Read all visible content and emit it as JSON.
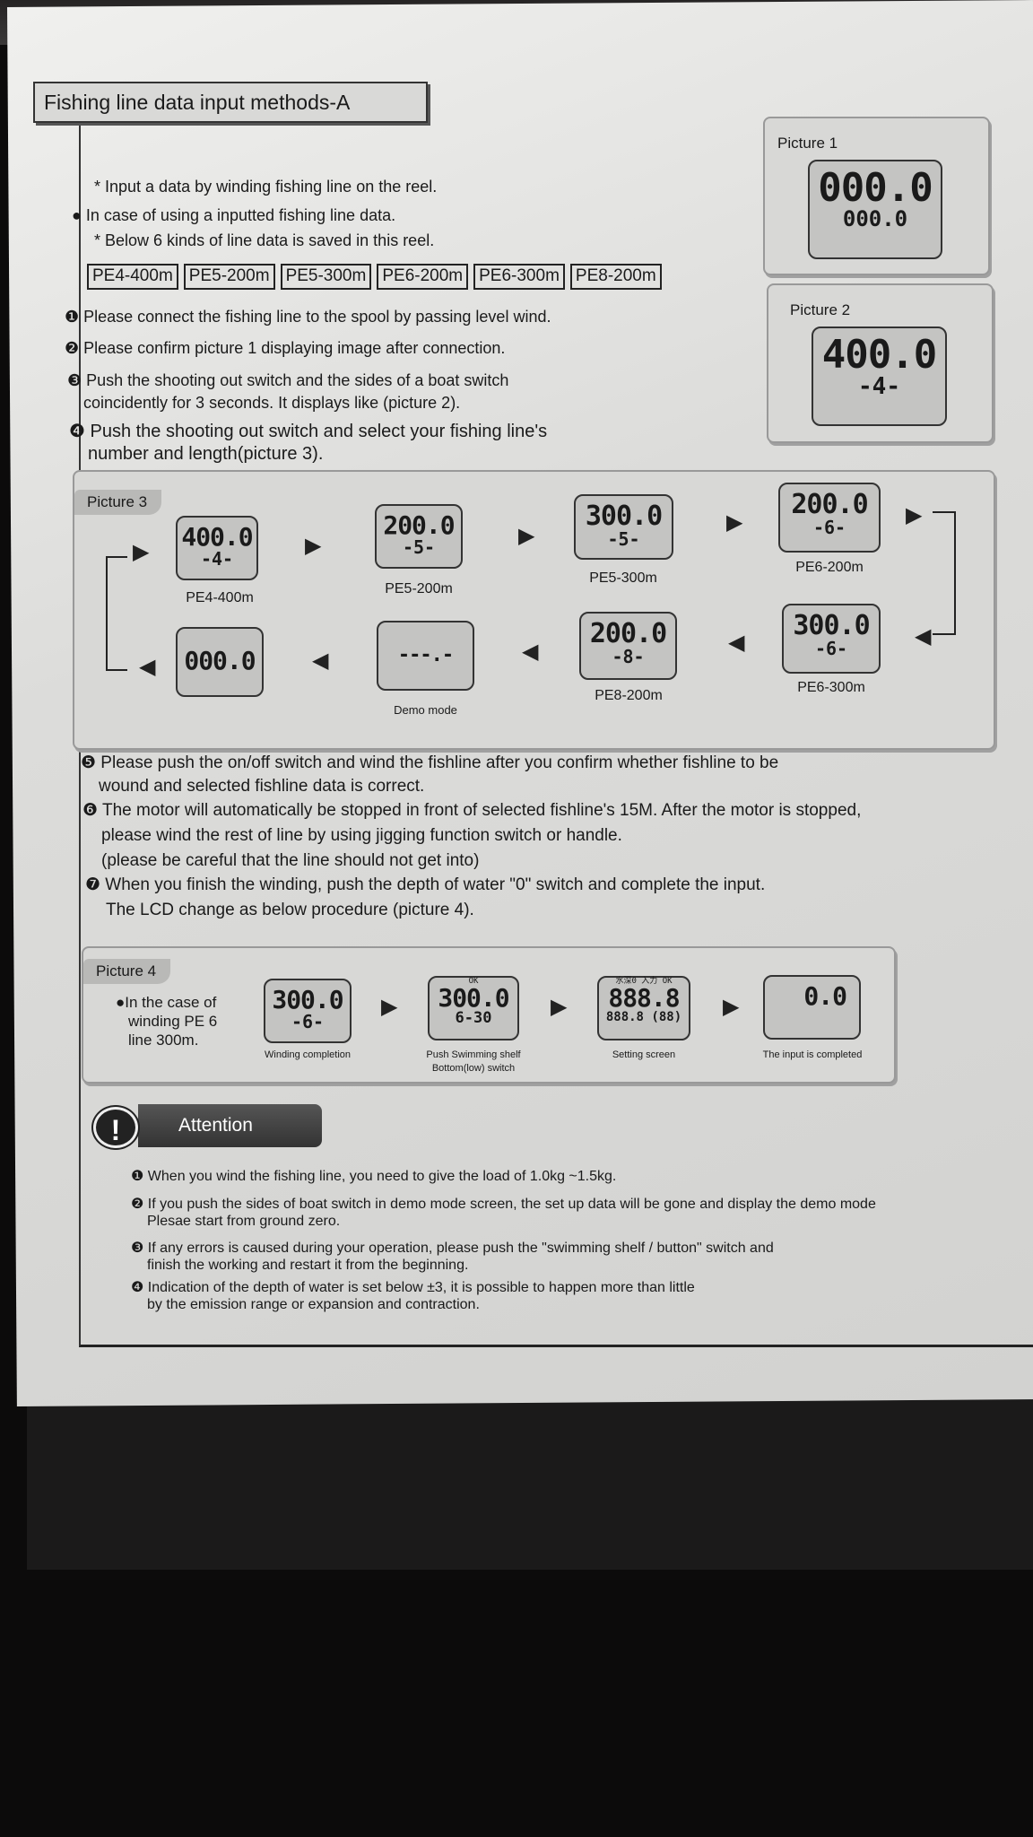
{
  "title": "Fishing line data input methods-A",
  "intro": [
    "* Input a data by winding fishing line on the reel.",
    "● In case of using a inputted fishing line data.",
    "* Below 6 kinds of line data is saved in this reel."
  ],
  "line_tags": [
    "PE4-400m",
    "PE5-200m",
    "PE5-300m",
    "PE6-200m",
    "PE6-300m",
    "PE8-200m"
  ],
  "steps_a": [
    "❶ Please connect the fishing line to the spool by passing level wind.",
    "❷ Please confirm picture 1 displaying image after connection.",
    "❸ Push the shooting out switch and the sides of a boat switch",
    "coincidently for 3 seconds. It displays like (picture 2).",
    "❹ Push the shooting out switch and select your fishing line's",
    "number and length(picture 3)."
  ],
  "picture1": {
    "label": "Picture 1",
    "main": "000.0",
    "sub": "000.0"
  },
  "picture2": {
    "label": "Picture 2",
    "main": "400.0",
    "sub": "-4-"
  },
  "picture3": {
    "label": "Picture 3",
    "items": [
      {
        "main": "400.0",
        "sub": "-4-",
        "label": "PE4-400m"
      },
      {
        "main": "200.0",
        "sub": "-5-",
        "label": "PE5-200m"
      },
      {
        "main": "300.0",
        "sub": "-5-",
        "label": "PE5-300m"
      },
      {
        "main": "200.0",
        "sub": "-6-",
        "label": "PE6-200m"
      },
      {
        "main": "300.0",
        "sub": "-6-",
        "label": "PE6-300m"
      },
      {
        "main": "200.0",
        "sub": "-8-",
        "label": "PE8-200m"
      },
      {
        "main": "---.-",
        "sub": "",
        "label": "Demo mode"
      },
      {
        "main": "000.0",
        "sub": "",
        "label": ""
      }
    ]
  },
  "steps_b": [
    "❺ Please push the on/off switch and wind the fishline after you confirm whether fishline to be",
    "wound and selected fishline data is correct.",
    "❻ The motor will automatically be stopped in front of selected fishline's 15M. After the motor is stopped,",
    "please wind the rest of line by using jigging function switch or handle.",
    "(please be careful that the line should not get into)",
    "❼ When you finish the winding, push the depth of water \"0\" switch and complete the input.",
    "The LCD change as below procedure (picture 4)."
  ],
  "picture4": {
    "label": "Picture 4",
    "note": [
      "●In the case of",
      "winding PE 6",
      "line 300m."
    ],
    "screens": [
      {
        "top": "",
        "main": "300.0",
        "sub": "-6-",
        "caption": "Winding completion",
        "caption2": ""
      },
      {
        "top": "OK",
        "main": "300.0",
        "sub": "6-30",
        "caption": "Push Swimming shelf",
        "caption2": "Bottom(low) switch"
      },
      {
        "top": "水深0 入力 OK",
        "main": "888.8",
        "sub": "888.8 (88)",
        "caption": "Setting screen",
        "caption2": ""
      },
      {
        "top": "",
        "main": "0.0",
        "sub": "",
        "caption": "The input is completed",
        "caption2": ""
      }
    ]
  },
  "attention": {
    "icon": "!",
    "label": "Attention",
    "items": [
      [
        "❶ When you wind the fishing line, you need to give the load of 1.0kg ~1.5kg."
      ],
      [
        "❷ If you push the sides of boat switch in demo mode screen, the set up data will be gone and display the demo mode",
        "Plesae start from ground zero."
      ],
      [
        "❸ If any errors is caused during your operation, please push the \"swimming shelf / button\" switch and",
        "finish the working and restart it from the beginning."
      ],
      [
        "❹ Indication of the depth of water is set below ±3, it is possible to happen more than little",
        "by the emission range or expansion and contraction."
      ]
    ]
  }
}
